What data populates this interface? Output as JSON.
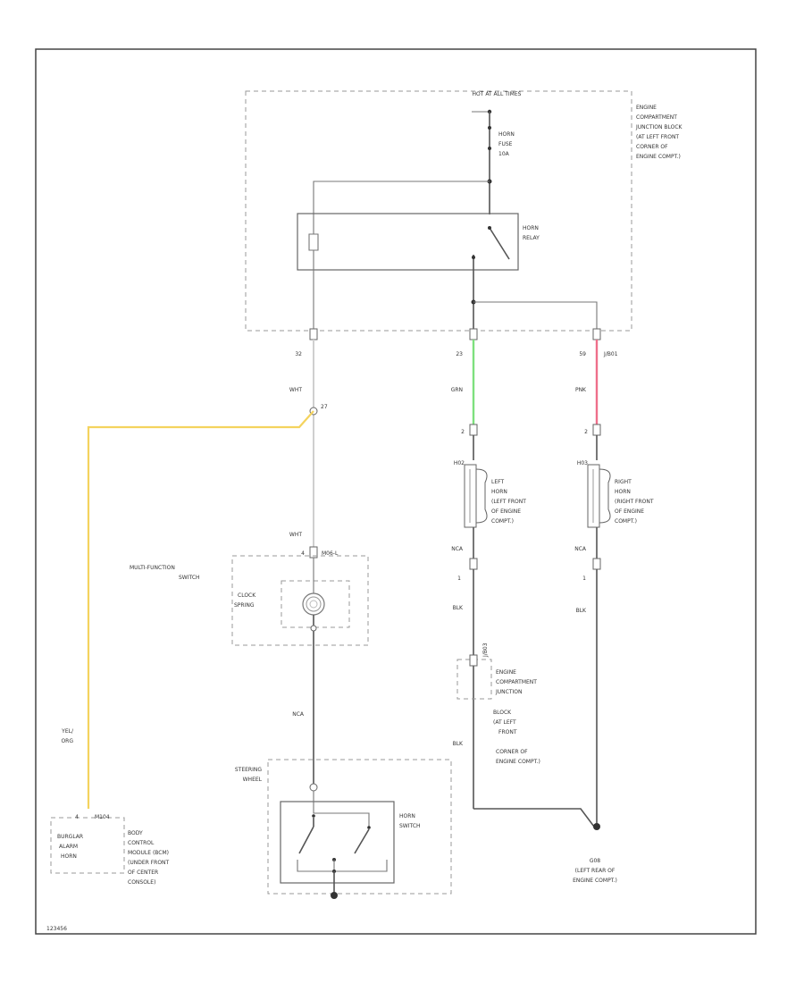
{
  "labels": {
    "hot_at_all_times": "HOT AT ALL TIMES",
    "ecjb": [
      "ENGINE",
      "COMPARTMENT",
      "JUNCTION BLOCK",
      "(AT LEFT FRONT",
      "CORNER OF",
      "ENGINE COMPT.)"
    ],
    "fuse": [
      "HORN",
      "FUSE",
      "10A"
    ],
    "relay": [
      "HORN",
      "RELAY"
    ],
    "pin_left": "32",
    "pin_mid": "23",
    "pin_right": "59",
    "pin_right_conn": "J/B01",
    "wht_upper": "WHT",
    "pin_27": "27",
    "grn": "GRN",
    "pnk": "PNK",
    "pin_2_left": "2",
    "pin_2_right": "2",
    "h02_left": "H02",
    "h03_right": "H03",
    "left_horn": [
      "LEFT",
      "HORN",
      "(LEFT FRONT",
      "OF ENGINE",
      "COMPT.)"
    ],
    "right_horn": [
      "RIGHT",
      "HORN",
      "(RIGHT FRONT",
      "OF ENGINE",
      "COMPT.)"
    ],
    "nca_left": "NCA",
    "nca_right": "NCA",
    "pin_1_left": "1",
    "pin_1_right": "1",
    "blk_left": "BLK",
    "blk_right": "BLK",
    "wht_lower": "WHT",
    "msc_pin": "4",
    "msc_conn": "M06-L",
    "multifunction_switch": [
      "MULTI-FUNCTION",
      "SWITCH"
    ],
    "clock_spring": [
      "CLOCK",
      "SPRING"
    ],
    "nca_mid": "NCA",
    "ecjb_small": [
      "ENGINE",
      "COMPARTMENT",
      "JUNCTION",
      "BLOCK",
      "(AT LEFT",
      "FRONT",
      "CORNER OF",
      "ENGINE COMPT.)"
    ],
    "ecjb_small_conn": "J/B03",
    "blk_lower": "BLK",
    "steering_wheel": [
      "STEERING",
      "WHEEL"
    ],
    "horn_switch": [
      "HORN",
      "SWITCH"
    ],
    "yel_org": [
      "YEL/",
      "ORG"
    ],
    "bcm_pin": "4",
    "bcm_conn": "M104",
    "burglar_alarm_horn": [
      "BURGLAR",
      "ALARM",
      "HORN"
    ],
    "bcm_text": [
      "BODY",
      "CONTROL",
      "MODULE (BCM)",
      "(UNDER FRONT",
      "OF CENTER",
      "CONSOLE)"
    ],
    "ground": "G08",
    "ground_loc": [
      "(LEFT REAR OF",
      "ENGINE COMPT.)"
    ],
    "footer_code": "123456"
  },
  "colors": {
    "yel_org_wire": "#f4d35e",
    "grn_wire": "#7ee07e",
    "pnk_wire": "#ee6f8a"
  }
}
